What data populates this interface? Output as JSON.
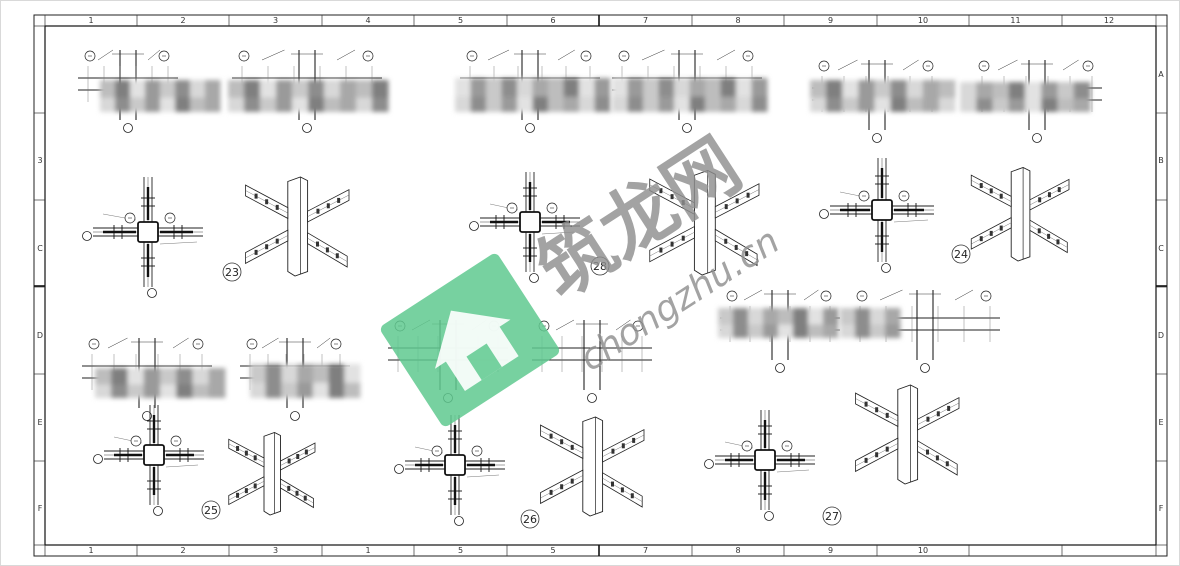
{
  "sheet": {
    "top_columns": [
      "1",
      "2",
      "3",
      "4",
      "5",
      "6",
      "7",
      "8",
      "9",
      "10",
      "11",
      "12"
    ],
    "bottom_columns": [
      "1",
      "2",
      "3",
      "1",
      "5",
      "5",
      "7",
      "8",
      "9",
      "10"
    ],
    "left_rows": [
      "3",
      "C",
      "",
      "D",
      "E",
      "F"
    ],
    "right_rows": [
      "A",
      "B",
      "C",
      "D",
      "E",
      "F"
    ]
  },
  "details": [
    {
      "number": "23"
    },
    {
      "number": "28"
    },
    {
      "number": "24"
    },
    {
      "number": "25"
    },
    {
      "number": "26"
    },
    {
      "number": "27"
    }
  ],
  "watermark": {
    "chinese": "筑龙网",
    "english": "chongzhu.cn",
    "colors": {
      "green": "#5fc98f",
      "gray": "#8f8f8f"
    }
  }
}
